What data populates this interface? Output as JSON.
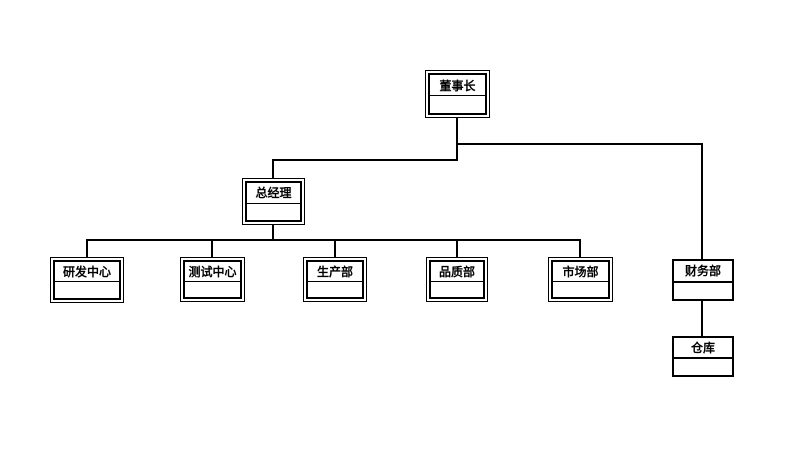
{
  "diagram": {
    "type": "org-chart",
    "background_color": "#ffffff",
    "line_color": "#000000",
    "text_color": "#000000",
    "nodes": [
      {
        "id": "chairman",
        "label": "董事长",
        "level": 1,
        "parent": null,
        "border_style": "double"
      },
      {
        "id": "general-manager",
        "label": "总经理",
        "level": 2,
        "parent": "chairman",
        "border_style": "double"
      },
      {
        "id": "rd-center",
        "label": "研发中心",
        "level": 3,
        "parent": "general-manager",
        "border_style": "double"
      },
      {
        "id": "test-center",
        "label": "测试中心",
        "level": 3,
        "parent": "general-manager",
        "border_style": "double"
      },
      {
        "id": "production-dept",
        "label": "生产部",
        "level": 3,
        "parent": "general-manager",
        "border_style": "double"
      },
      {
        "id": "quality-dept",
        "label": "品质部",
        "level": 3,
        "parent": "general-manager",
        "border_style": "double"
      },
      {
        "id": "marketing-dept",
        "label": "市场部",
        "level": 3,
        "parent": "general-manager",
        "border_style": "double"
      },
      {
        "id": "finance-dept",
        "label": "财务部",
        "level": 2,
        "parent": "chairman",
        "border_style": "single"
      },
      {
        "id": "warehouse",
        "label": "仓库",
        "level": 3,
        "parent": "finance-dept",
        "border_style": "single"
      }
    ]
  }
}
